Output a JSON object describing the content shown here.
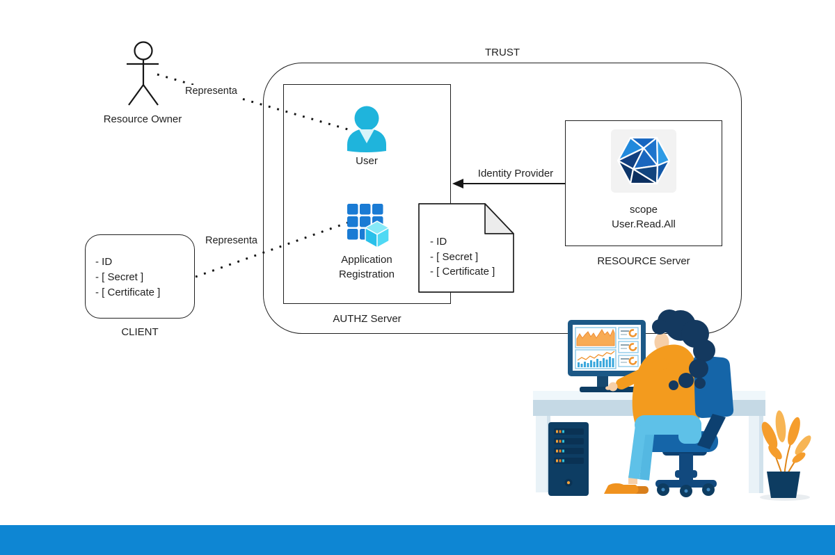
{
  "diagram": {
    "trust_label": "TRUST",
    "resource_owner_label": "Resource Owner",
    "edges": {
      "representa_top": "Representa",
      "representa_bottom": "Representa",
      "identity_provider": "Identity Provider"
    },
    "authz_server": {
      "server_label": "AUTHZ Server",
      "user_label": "User",
      "app_registration_label": "Application\nRegistration"
    },
    "resource_server": {
      "server_label": "RESOURCE Server",
      "scope_label": "scope\nUser.Read.All"
    },
    "client": {
      "label": "CLIENT",
      "credentials": [
        "- ID",
        "- [ Secret ]",
        "- [ Certificate ]"
      ]
    },
    "credentials_note": {
      "credentials": [
        "- ID",
        "- [ Secret ]",
        "- [ Certificate ]"
      ]
    }
  },
  "icons": {
    "stick_figure": "person-outline",
    "user": "cyan-person-silhouette",
    "app_registration": "blue-tile-grid-with-cube",
    "resource_hexagon": "graph-polyhedron",
    "illustration": "woman-working-at-desk-with-monitor-pc-tower-chair-plant"
  },
  "colors": {
    "footer_blue": "#0e86d3",
    "user_icon_cyan": "#1fb4dc",
    "app_tile_blue": "#1a7bd4",
    "cube_cyan": "#4fd9f4",
    "graph_blue_light": "#2e9be5",
    "graph_blue_mid": "#1565c0",
    "graph_blue_dark": "#0d3c7c",
    "illustration_orange": "#f39b1e",
    "illustration_navy": "#0d3c61",
    "chair_blue": "#1565a8",
    "pants_blue": "#5ec1e8",
    "desk_blue_gray": "#c5d9e5",
    "line_black": "#1f1f1f"
  }
}
